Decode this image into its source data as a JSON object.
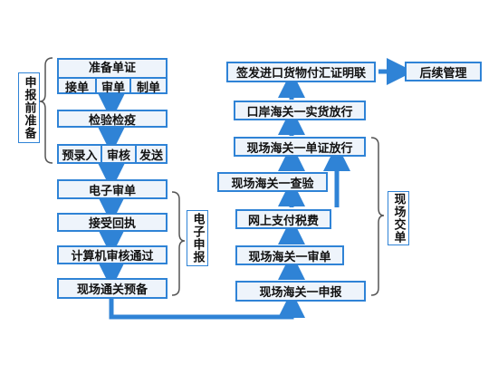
{
  "left_flow": {
    "prepare": {
      "title": "准备单证",
      "sub": [
        "接单",
        "审单",
        "制单"
      ]
    },
    "inspect": "检验检疫",
    "entry": {
      "sub": [
        "预录入",
        "审核",
        "发送"
      ]
    },
    "e_review": "电子审单",
    "receipt": "接受回执",
    "computer_review": "计算机审核通过",
    "site_pre": "现场通关预备"
  },
  "right_flow": {
    "declare": "现场海关一申报",
    "review": "现场海关一审单",
    "pay": "网上支付税费",
    "check": "现场海关一查验",
    "release": "现场海关一单证放行",
    "port_release": "口岸海关一实货放行",
    "sign": "签发进口货物付汇证明联",
    "followup": "后续管理"
  },
  "brackets": {
    "left": "申报前准备",
    "middle": "电子申报",
    "right": "现场交单"
  },
  "colors": {
    "accent": "#2f83d6",
    "box_fill": "#eef4fb"
  }
}
